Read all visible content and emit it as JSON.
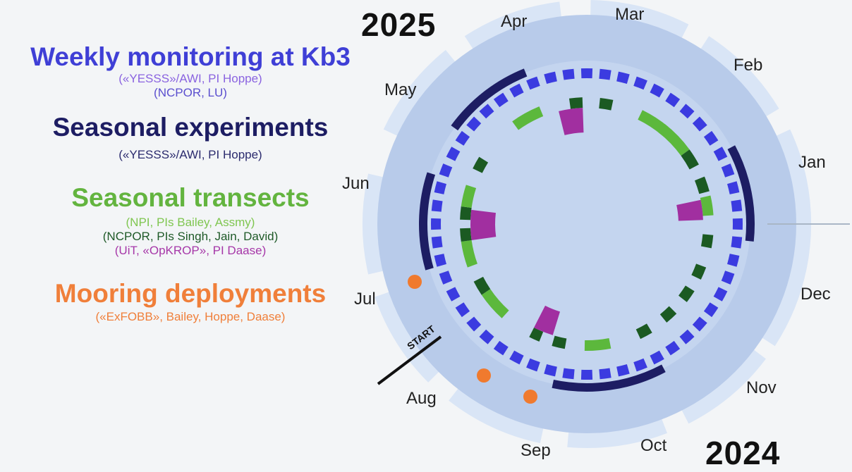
{
  "years": {
    "top": "2025",
    "bottom": "2024"
  },
  "start_label": "START",
  "legend": {
    "weekly": {
      "title": "Weekly monitoring at Kb3",
      "lines": [
        "(«YESSS»/AWI, PI Hoppe)",
        "(NCPOR, LU)"
      ],
      "colors": [
        "#3f3fd6",
        "#8a63e0",
        "#6a5fd0"
      ]
    },
    "seasonal": {
      "title": "Seasonal experiments",
      "lines": [
        "(«YESSS»/AWI, PI Hoppe)"
      ],
      "color": "#1d1d63"
    },
    "transects": {
      "title": "Seasonal transects",
      "lines": [
        {
          "text": "(NPI, PIs Bailey, Assmy)",
          "color": "#7fc650"
        },
        {
          "text": "(NCPOR, PIs Singh, Jain, David)",
          "color": "#1f5a28"
        },
        {
          "text": "(UiT, «OpKROP», PI Daase)",
          "color": "#a637a8"
        }
      ],
      "color": "#63b43f"
    },
    "mooring": {
      "title": "Mooring deployments",
      "lines": [
        "(«ExFOBB», Bailey, Hoppe, Daase)"
      ],
      "color": "#f07f3a"
    }
  },
  "months": [
    "Jan",
    "Feb",
    "Mar",
    "Apr",
    "May",
    "Jun",
    "Jul",
    "Aug",
    "Sep",
    "Oct",
    "Nov",
    "Dec"
  ],
  "colors": {
    "weekly": "#3b3be0",
    "seasonal": "#1d1d63",
    "npi": "#5cb83c",
    "ncpor": "#1b5a22",
    "uit": "#a12fa0",
    "mooring": "#f07a2e",
    "ring_inner": "#b5c9ea",
    "ring_outer": "#d9e5f6"
  }
}
